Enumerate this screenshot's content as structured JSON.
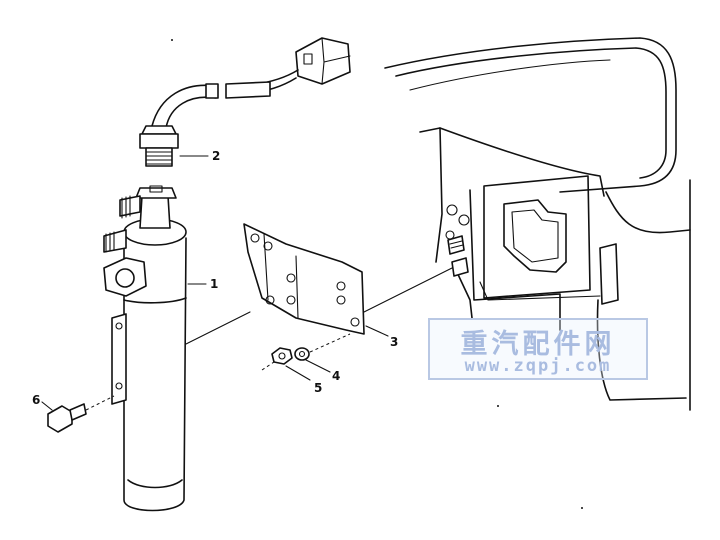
{
  "callouts": [
    {
      "label": "1"
    },
    {
      "label": "2"
    },
    {
      "label": "3"
    },
    {
      "label": "4"
    },
    {
      "label": "5"
    },
    {
      "label": "6"
    }
  ],
  "watermark": {
    "title": "重汽配件网",
    "url": "www.zqpj.com",
    "color": "#a9bce0"
  },
  "icons": [
    "receiver-drier",
    "pressure-switch",
    "wiring-connector",
    "mounting-bracket",
    "washer",
    "nut",
    "bolt",
    "cab-panel"
  ]
}
